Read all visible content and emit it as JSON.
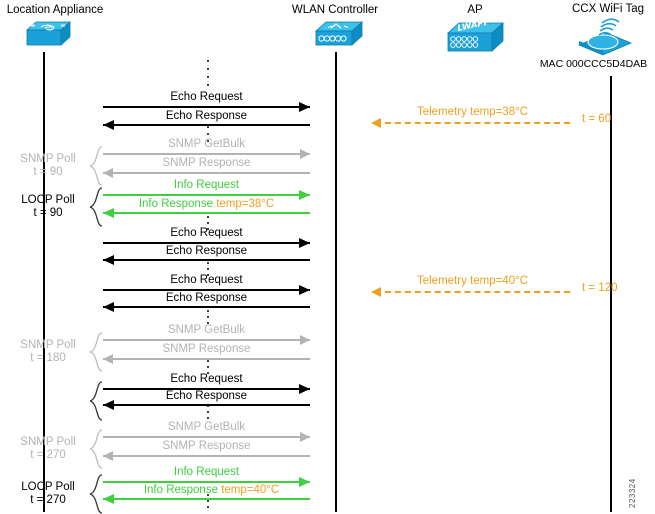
{
  "figure": {
    "id": "223324",
    "nodes": [
      {
        "name": "Location Appliance",
        "icon": "location-appliance-icon",
        "sub": ""
      },
      {
        "name": "WLAN Controller",
        "icon": "wlan-controller-icon",
        "sub": ""
      },
      {
        "name": "AP",
        "icon": "access-point-icon",
        "sub": ""
      },
      {
        "name": "CCX WiFi Tag",
        "icon": "wifi-tag-icon",
        "sub": "MAC 000CCC5D4DAB"
      }
    ],
    "messages": [
      {
        "label": "Echo Request",
        "color": "black",
        "dir": "right"
      },
      {
        "label": "Echo Response",
        "color": "black",
        "dir": "left"
      },
      {
        "label": "SNMP GetBulk",
        "color": "grey",
        "dir": "right"
      },
      {
        "label": "SNMP Response",
        "color": "grey",
        "dir": "left"
      },
      {
        "label": "Info Request",
        "color": "green",
        "dir": "right"
      },
      {
        "label": "Info Response",
        "color": "green",
        "dir": "left",
        "extra": "temp=38°C"
      },
      {
        "label": "Echo Request",
        "color": "black",
        "dir": "right"
      },
      {
        "label": "Echo Response",
        "color": "black",
        "dir": "left"
      },
      {
        "label": "Echo Request",
        "color": "black",
        "dir": "right"
      },
      {
        "label": "Echo Response",
        "color": "black",
        "dir": "left"
      },
      {
        "label": "SNMP GetBulk",
        "color": "grey",
        "dir": "right"
      },
      {
        "label": "SNMP Response",
        "color": "grey",
        "dir": "left"
      },
      {
        "label": "Echo Request",
        "color": "black",
        "dir": "right"
      },
      {
        "label": "Echo Response",
        "color": "black",
        "dir": "left"
      },
      {
        "label": "SNMP GetBulk",
        "color": "grey",
        "dir": "right"
      },
      {
        "label": "SNMP Response",
        "color": "grey",
        "dir": "left"
      },
      {
        "label": "Info Request",
        "color": "green",
        "dir": "right"
      },
      {
        "label": "Info Response",
        "color": "green",
        "dir": "left",
        "extra": "temp=40°C"
      }
    ],
    "telemetry": [
      {
        "label": "Telemetry temp=38°C",
        "time": "t = 60"
      },
      {
        "label": "Telemetry temp=40°C",
        "time": "t = 120"
      }
    ],
    "groups": [
      {
        "title": "SNMP Poll",
        "time": "t = 90",
        "color": "grey"
      },
      {
        "title": "LOCP Poll",
        "time": "t = 90",
        "color": "black"
      },
      {
        "title": "SNMP Poll",
        "time": "t = 180",
        "color": "grey"
      },
      {
        "title": "SNMP Poll",
        "time": "t = 270",
        "color": "grey"
      },
      {
        "title": "LOCP Poll",
        "time": "t = 270",
        "color": "black"
      }
    ],
    "colors": {
      "device": "#1ba0d7",
      "black": "#000000",
      "grey": "#b3b3b3",
      "green": "#3fcf3f",
      "orange": "#f0a01e"
    }
  }
}
